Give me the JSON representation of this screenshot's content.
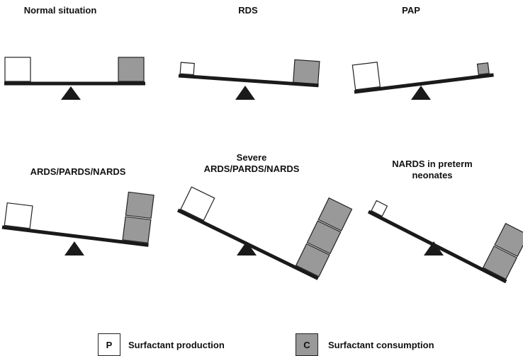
{
  "panels": [
    {
      "id": "normal",
      "title": "Normal situation",
      "production_boxes": 1,
      "consumption_boxes": 1
    },
    {
      "id": "rds",
      "title": "RDS",
      "production_boxes": 1,
      "consumption_boxes": 1
    },
    {
      "id": "pap",
      "title": "PAP",
      "production_boxes": 1,
      "consumption_boxes": 1
    },
    {
      "id": "ards",
      "title": "ARDS/PARDS/NARDS",
      "production_boxes": 1,
      "consumption_boxes": 2
    },
    {
      "id": "severe",
      "title": "Severe\nARDS/PARDS/NARDS",
      "production_boxes": 1,
      "consumption_boxes": 3
    },
    {
      "id": "preterm",
      "title": "NARDS in preterm\nneonates",
      "production_boxes": 1,
      "consumption_boxes": 2
    }
  ],
  "legend": {
    "production": {
      "letter": "P",
      "label": "Surfactant production",
      "color": "#ffffff"
    },
    "consumption": {
      "letter": "C",
      "label": "Surfactant consumption",
      "color": "#999999"
    }
  },
  "colors": {
    "beam": "#1a1a1a",
    "fulcrum": "#1a1a1a",
    "box_stroke": "#222222"
  }
}
